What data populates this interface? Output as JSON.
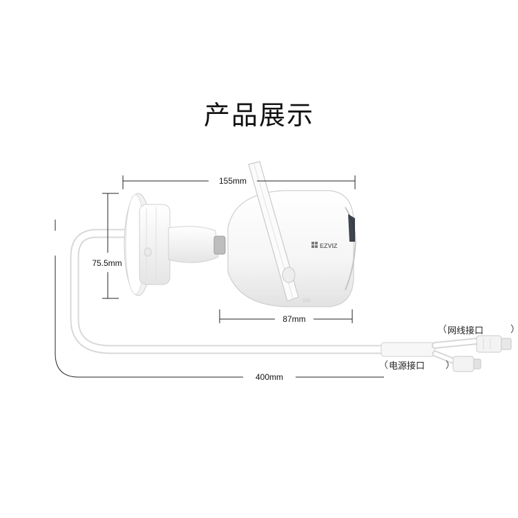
{
  "title": "产品展示",
  "brand": "EZVIZ",
  "dimensions": {
    "width_total": "155mm",
    "height": "75.5mm",
    "depth": "87mm",
    "cable_length": "400mm"
  },
  "callouts": {
    "network_port": "网线接口",
    "power_port": "电源接口"
  },
  "colors": {
    "body": "#ffffff",
    "outline": "#d4d4d4",
    "shadow": "#e6e6e6",
    "lens": "#1e2530",
    "dimension_line": "#222222"
  }
}
